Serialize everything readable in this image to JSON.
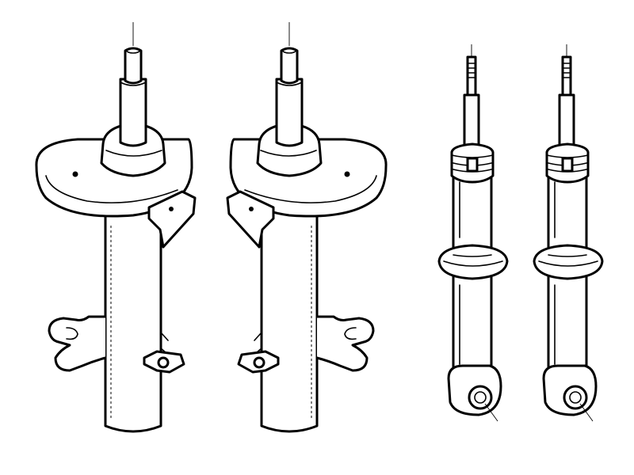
{
  "drawing": {
    "background": "#ffffff",
    "line_color": "#000000",
    "parts": [
      {
        "id": "front-left-strut"
      },
      {
        "id": "front-right-strut"
      },
      {
        "id": "rear-shock-absorber-1"
      },
      {
        "id": "rear-shock-absorber-2"
      }
    ]
  }
}
